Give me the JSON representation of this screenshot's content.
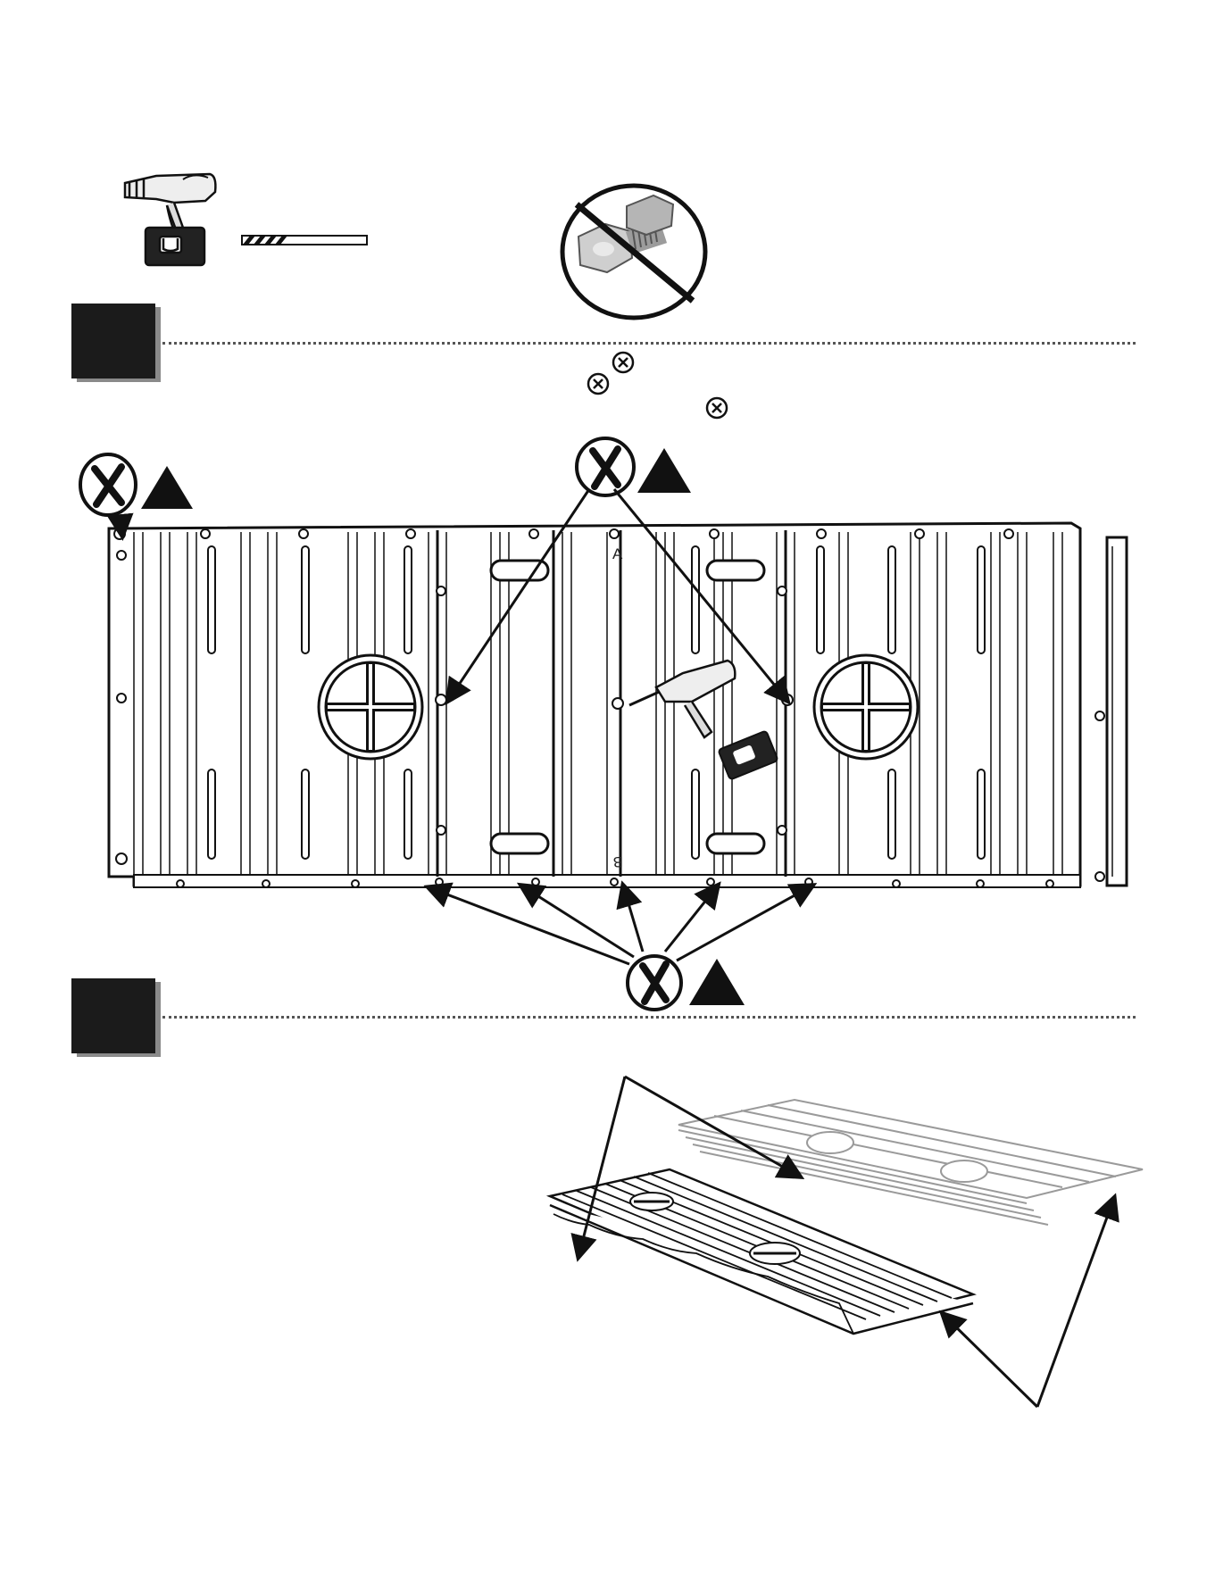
{
  "steps": [
    {
      "id": "step-1"
    },
    {
      "id": "step-2"
    }
  ],
  "panel": {
    "label_top": "A",
    "label_bottom": "B"
  },
  "warnings": {
    "no_bolt": "no-bolt-prohibition-icon",
    "no_screw": "prohibited-screw-icon",
    "caution": "caution-triangle-icon"
  },
  "tools": {
    "drill": "cordless-drill-icon",
    "bit": "drill-bit-icon"
  },
  "colors": {
    "ink": "#111111",
    "step_box": "#1b1b1b",
    "shadow": "#8a8a8a",
    "ghost_panel": "#9a9a9a"
  }
}
